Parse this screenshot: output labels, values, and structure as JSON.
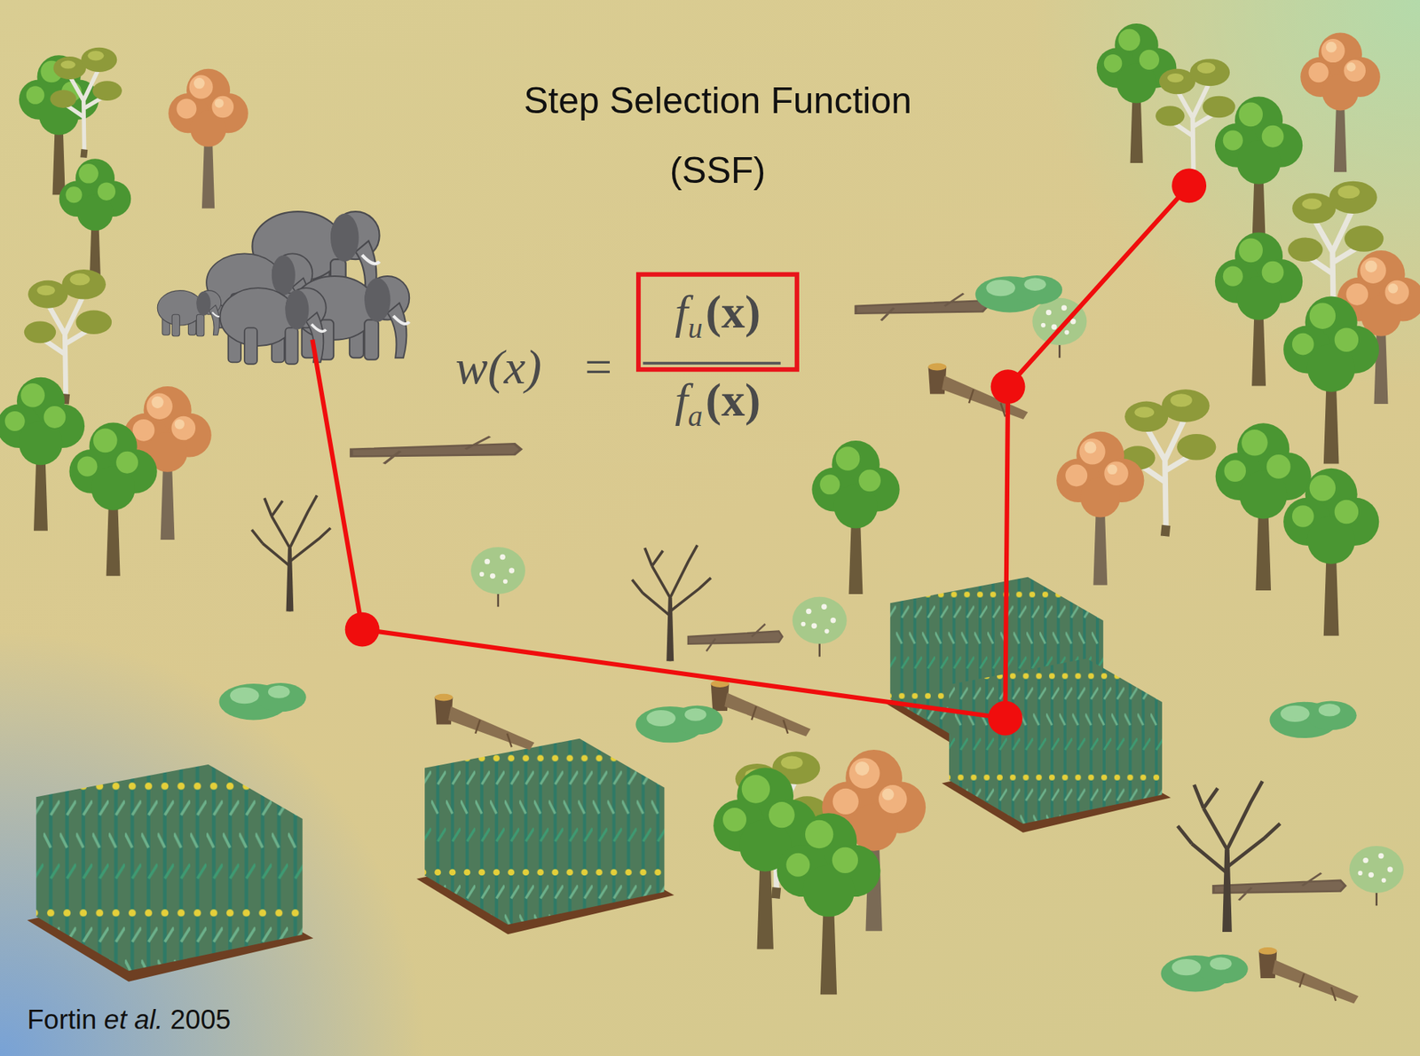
{
  "diagram": {
    "title": "Step Selection Function (SSF)",
    "labels": [
      "w(x)",
      "=",
      "f",
      "u",
      "(x)",
      "f",
      "a",
      "(x)",
      "Fortin",
      "et al.",
      "2005"
    ]
  }
}
